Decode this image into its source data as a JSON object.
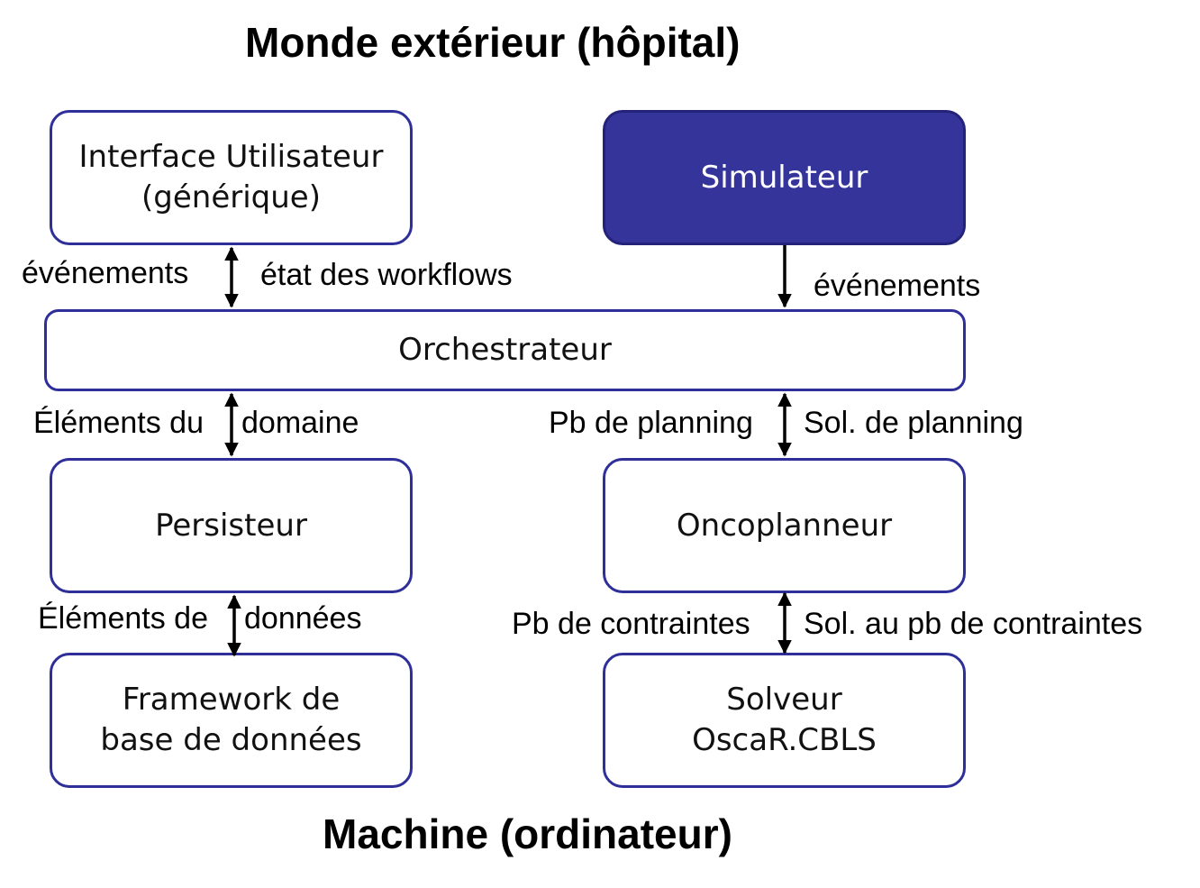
{
  "titles": {
    "top": "Monde extérieur (hôpital)",
    "bottom": "Machine (ordinateur)"
  },
  "nodes": {
    "ui": {
      "line1": "Interface Utilisateur",
      "line2": "(générique)"
    },
    "simulator": {
      "label": "Simulateur"
    },
    "orchestrator": {
      "label": "Orchestrateur"
    },
    "persister": {
      "label": "Persisteur"
    },
    "oncoplanner": {
      "label": "Oncoplanneur"
    },
    "framework": {
      "line1": "Framework de",
      "line2": "base de données"
    },
    "solver": {
      "line1": "Solveur",
      "line2": "OscaR.CBLS"
    }
  },
  "edges": {
    "ui_orch_left": "événements",
    "ui_orch_right": "état des workflows",
    "sim_orch": "événements",
    "orch_persist_left": "Éléments du",
    "orch_persist_right": "domaine",
    "orch_onco_left": "Pb de planning",
    "orch_onco_right": "Sol. de planning",
    "persist_fw_left": "Éléments de",
    "persist_fw_right": "données",
    "onco_solver_left": "Pb de contraintes",
    "onco_solver_right": "Sol. au pb de contraintes"
  },
  "colors": {
    "box_border": "#2f2f9a",
    "simulator_fill": "#34349a"
  }
}
